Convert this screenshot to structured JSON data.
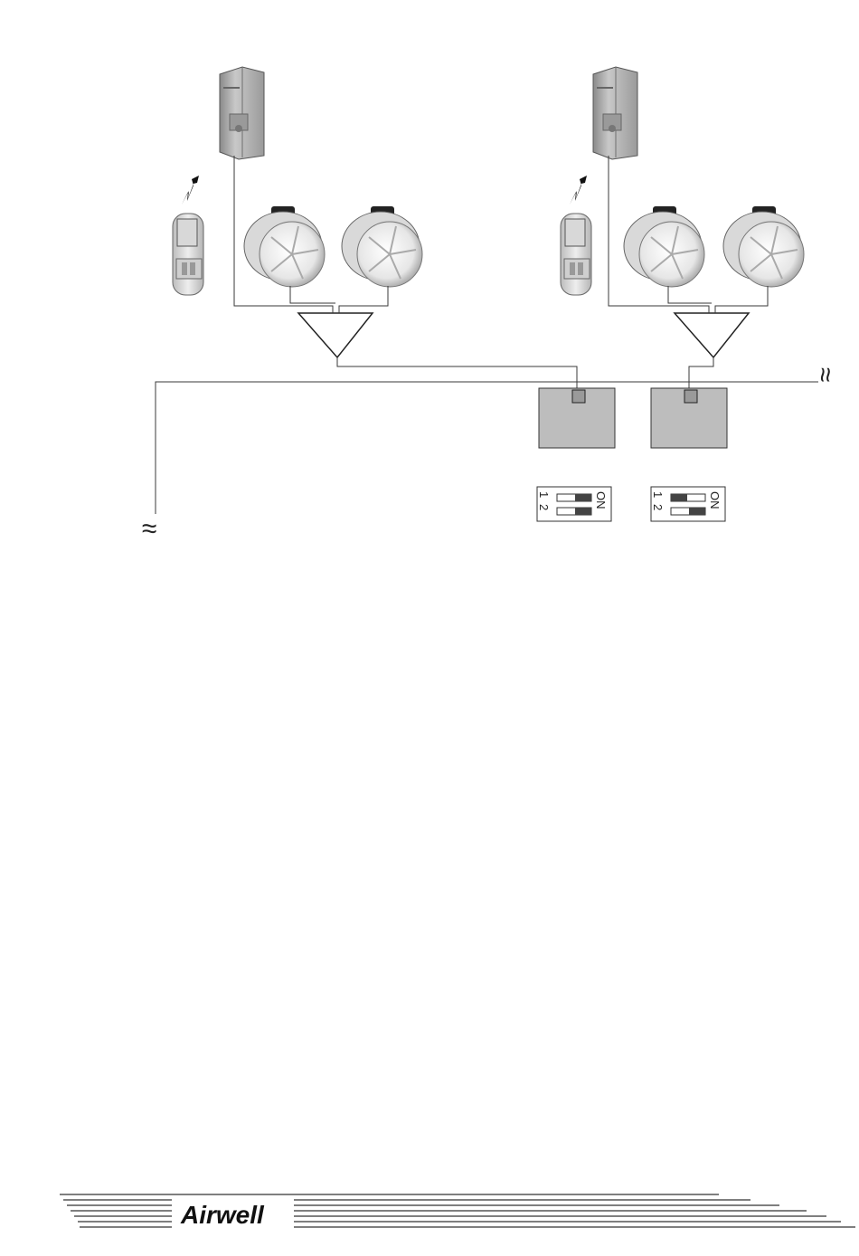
{
  "diagram": {
    "dip_switches": [
      {
        "on_label": "ON",
        "positions": [
          "1",
          "2"
        ]
      },
      {
        "on_label": "ON",
        "positions": [
          "1",
          "2"
        ]
      }
    ],
    "break_symbol": "≈"
  },
  "footer": {
    "brand": "Airwell"
  },
  "colors": {
    "line": "#3a3a3a",
    "board_fill": "#bdbdbd",
    "connector_fill": "#9a9a9a",
    "device_fill": "#b0b0b0"
  }
}
